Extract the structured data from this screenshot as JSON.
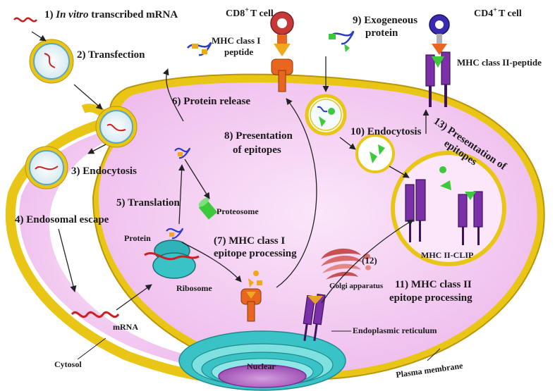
{
  "colors": {
    "membrane_outer": "#e9c516",
    "membrane_inner": "#f7ecb4",
    "cytosol": "#f4cff2",
    "er": "#39c3c6",
    "nucleus": "#b35ec2",
    "mhc": "#7b2fa8",
    "tcr": "#e8661d",
    "proteasome": "#3cc93c",
    "peptide": "#f0a81c",
    "mrna": "#cc1f1f"
  },
  "labels": {
    "step1_prefix": "1) ",
    "step1_italic": "In vitro",
    "step1_suffix": " transcribed mRNA",
    "step2": "2) Transfection",
    "step3": "3) Endocytosis",
    "step4": "4) Endosomal escape",
    "step5": "5) Translation",
    "step6": "6) Protein release",
    "step7_line1": "(7) MHC class I",
    "step7_line2": "epitope processing",
    "step8_line1": "8) Presentation",
    "step8_line2": "of epitopes",
    "step9_line1": "9) Exogeneous",
    "step9_line2": "protein",
    "step10": "10) Endocytosis",
    "step11_line1": "11) MHC class II",
    "step11_line2": "epitope processing",
    "step12": "(12)",
    "step13_line1": "13) Presentation of",
    "step13_line2": "epitopes",
    "cd8_main": "CD8",
    "cd8_sup": "+",
    "cd8_tail": "T cell",
    "cd4_main": "CD4",
    "cd4_sup": "+",
    "cd4_tail": "T cell",
    "mhc1_line1": "MHC class I",
    "mhc1_line2": "peptide",
    "mhc2_peptide": "MHC class II-peptide",
    "mhc2_clip": "MHC II-CLIP",
    "proteosome": "Proteosome",
    "protein": "Protein",
    "ribosome": "Ribosome",
    "mrna": "mRNA",
    "golgi": "Golgi apparatus",
    "er": "Endoplasmic reticulum",
    "nuclear": "Nuclear",
    "cytosol": "Cytosol",
    "plasma_membrane": "Plasma membrane"
  }
}
